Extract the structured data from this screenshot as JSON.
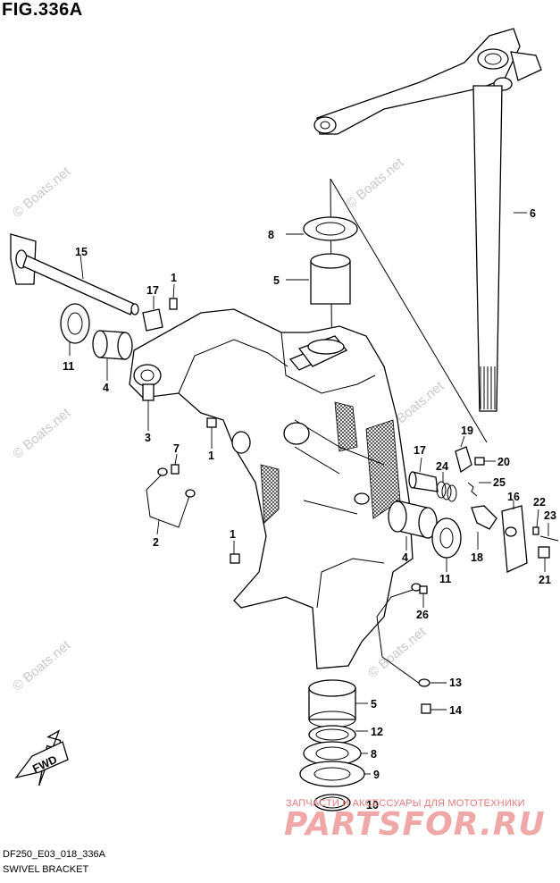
{
  "figure": {
    "title": "FIG.336A"
  },
  "watermark": {
    "text": "© Boats.net"
  },
  "footer": {
    "code": "DF250_E03_018_336A",
    "name": "SWIVEL BRACKET"
  },
  "brand": {
    "subtitle": "ЗАПЧАСТИ И АКСЕССУАРЫ ДЛЯ МОТОТЕХНИКИ",
    "name": "PARTSFOR.RU"
  },
  "fwd_label": "FWD",
  "callouts": {
    "c1a": "1",
    "c1b": "1",
    "c1c": "1",
    "c2": "2",
    "c3": "3",
    "c4a": "4",
    "c4b": "4",
    "c5a": "5",
    "c5b": "5",
    "c6": "6",
    "c7": "7",
    "c8a": "8",
    "c8b": "8",
    "c9": "9",
    "c10": "10",
    "c11a": "11",
    "c11b": "11",
    "c12": "12",
    "c13": "13",
    "c14": "14",
    "c15": "15",
    "c16": "16",
    "c17a": "17",
    "c17b": "17",
    "c18": "18",
    "c19": "19",
    "c20": "20",
    "c21": "21",
    "c22": "22",
    "c23": "23",
    "c24": "24",
    "c25": "25",
    "c26": "26"
  }
}
